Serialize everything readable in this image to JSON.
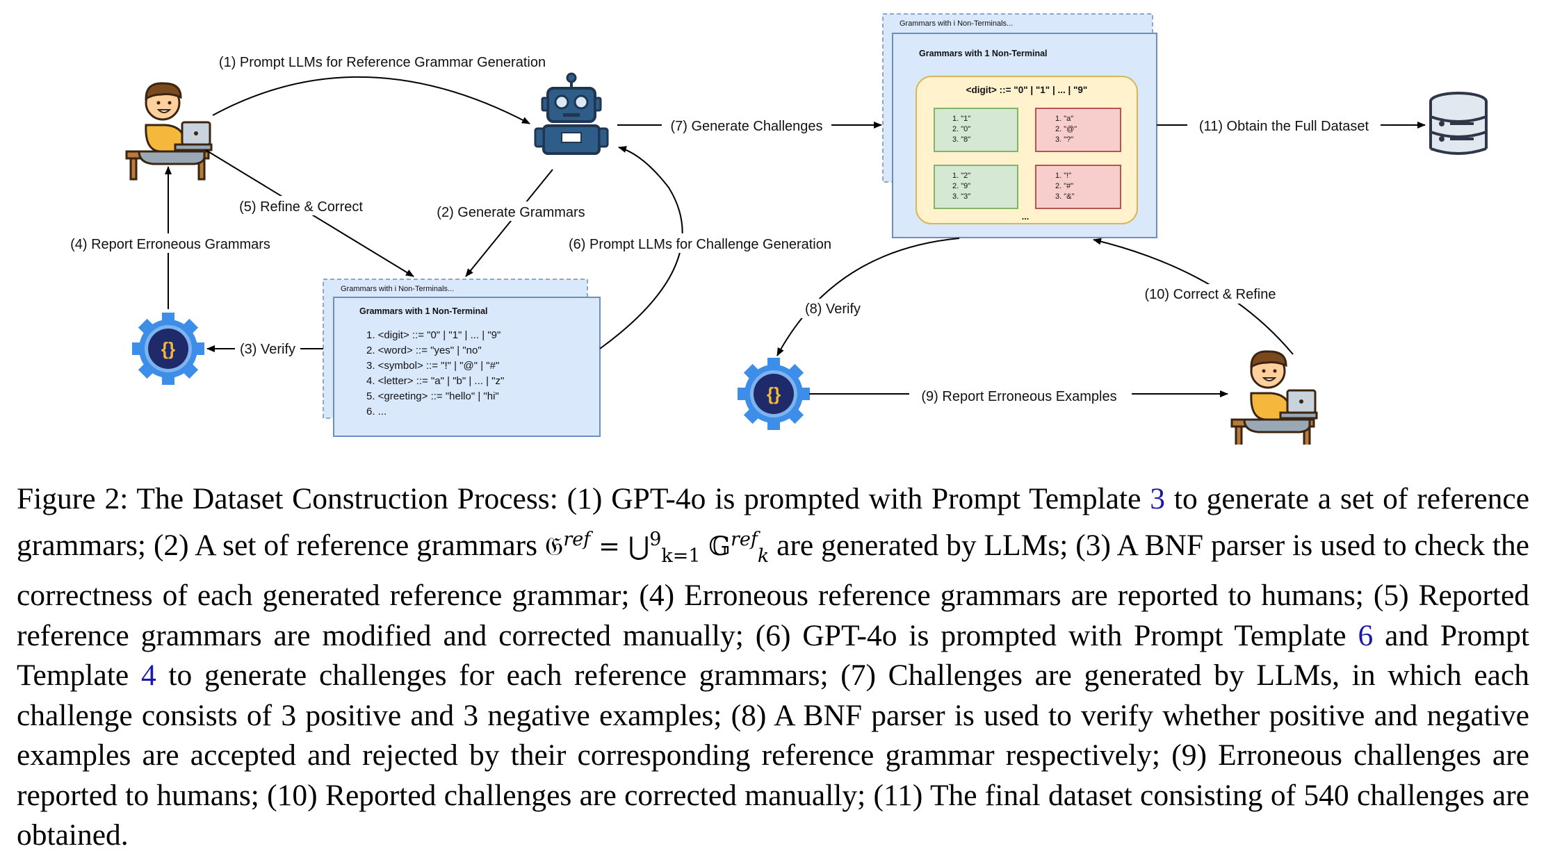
{
  "diagram": {
    "arrows": {
      "a1": "(1) Prompt LLMs for Reference Grammar Generation",
      "a2": "(2) Generate Grammars",
      "a3": "(3) Verify",
      "a4": "(4) Report Erroneous Grammars",
      "a5": "(5) Refine & Correct",
      "a6": "(6) Prompt LLMs for Challenge Generation",
      "a7": "(7) Generate Challenges",
      "a8": "(8) Verify",
      "a9": "(9) Report Erroneous Examples",
      "a10": "(10) Correct & Refine",
      "a11": "(11) Obtain the Full Dataset"
    },
    "grammar_panel": {
      "back_title": "Grammars with i Non-Terminals...",
      "title": "Grammars with 1 Non-Terminal",
      "lines": [
        "1. <digit> ::= \"0\" | \"1\" | ... | \"9\"",
        "2. <word> ::= \"yes\" | \"no\"",
        "3. <symbol> ::= \"!\" | \"@\" | \"#\"",
        "4. <letter> ::= \"a\" | \"b\" | ... | \"z\"",
        "5. <greeting> ::= \"hello\" | \"hi\"",
        "6. ..."
      ]
    },
    "challenge_panel": {
      "back_title": "Grammars with i Non-Terminals...",
      "title": "Grammars with 1 Non-Terminal",
      "rule": "<digit> ::= \"0\" | \"1\" | ... | \"9\"",
      "positive_sets": [
        [
          "1. \"1\"",
          "2. \"0\"",
          "3. \"8\""
        ],
        [
          "1. \"2\"",
          "2. \"9\"",
          "3. \"3\""
        ]
      ],
      "negative_sets": [
        [
          "1. \"a\"",
          "2. \"@\"",
          "3. \"?\""
        ],
        [
          "1. \"!\"",
          "2. \"#\"",
          "3. \"&\""
        ]
      ],
      "ellipsis": "..."
    },
    "parser_symbol": "{}",
    "colors": {
      "panel_fill": "#dae8fc",
      "panel_stroke": "#6c8ebf",
      "inner_fill": "#fff2cc",
      "inner_stroke": "#d6b656",
      "positive_fill": "#d5e8d4",
      "positive_stroke": "#82b366",
      "negative_fill": "#f8cecc",
      "negative_stroke": "#b85450",
      "gear_blue": "#3d8ee8",
      "gear_dark": "#1f2a6b",
      "robot_blue": "#2f5d8a",
      "ref_link": "#1a1aa6"
    }
  },
  "caption": {
    "p1": "Figure 2: The Dataset Construction Process: (1) GPT-4o is prompted with Prompt Template ",
    "ref1": "3",
    "p2": " to generate a set of reference grammars; (2) A set of reference grammars ",
    "math_g": "𝔊",
    "math_ref": "ref",
    "math_eq": " = ⋃",
    "math_sub": "k=1",
    "math_sup9": "9",
    "math_gk": " 𝔾",
    "math_k": "k",
    "math_ref2": "ref",
    "p3": " are generated by LLMs; (3) A BNF parser is used to check the correctness of each generated reference grammar; (4) Erroneous reference grammars are reported to humans; (5) Reported reference grammars are modified and corrected manually; (6) GPT-4o is prompted with Prompt Template ",
    "ref2": "6",
    "p4": " and Prompt Template ",
    "ref3": "4",
    "p5": " to generate challenges for each reference grammars; (7) Challenges are generated by LLMs, in which each challenge consists of 3 positive and 3 negative examples; (8) A BNF parser is used to verify whether positive and negative examples are accepted and rejected by their corresponding reference grammar respectively; (9) Erroneous challenges are reported to humans; (10) Reported challenges are corrected manually; (11) The final dataset consisting of 540 challenges are obtained."
  }
}
